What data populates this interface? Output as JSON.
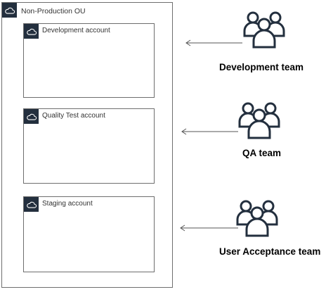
{
  "ou": {
    "label": "Non-Production OU",
    "icon": "cloud-icon"
  },
  "accounts": [
    {
      "label": "Development account",
      "icon": "cloud-icon"
    },
    {
      "label": "Quality Test account",
      "icon": "cloud-icon"
    },
    {
      "label": "Staging account",
      "icon": "cloud-icon"
    }
  ],
  "teams": [
    {
      "label": "Development team",
      "icon": "users-icon"
    },
    {
      "label": "QA team",
      "icon": "users-icon"
    },
    {
      "label": "User Acceptance team",
      "icon": "users-icon"
    }
  ],
  "colors": {
    "border": "#6e6e6e",
    "icon_bg": "#232f3e",
    "arrow": "#555555"
  }
}
